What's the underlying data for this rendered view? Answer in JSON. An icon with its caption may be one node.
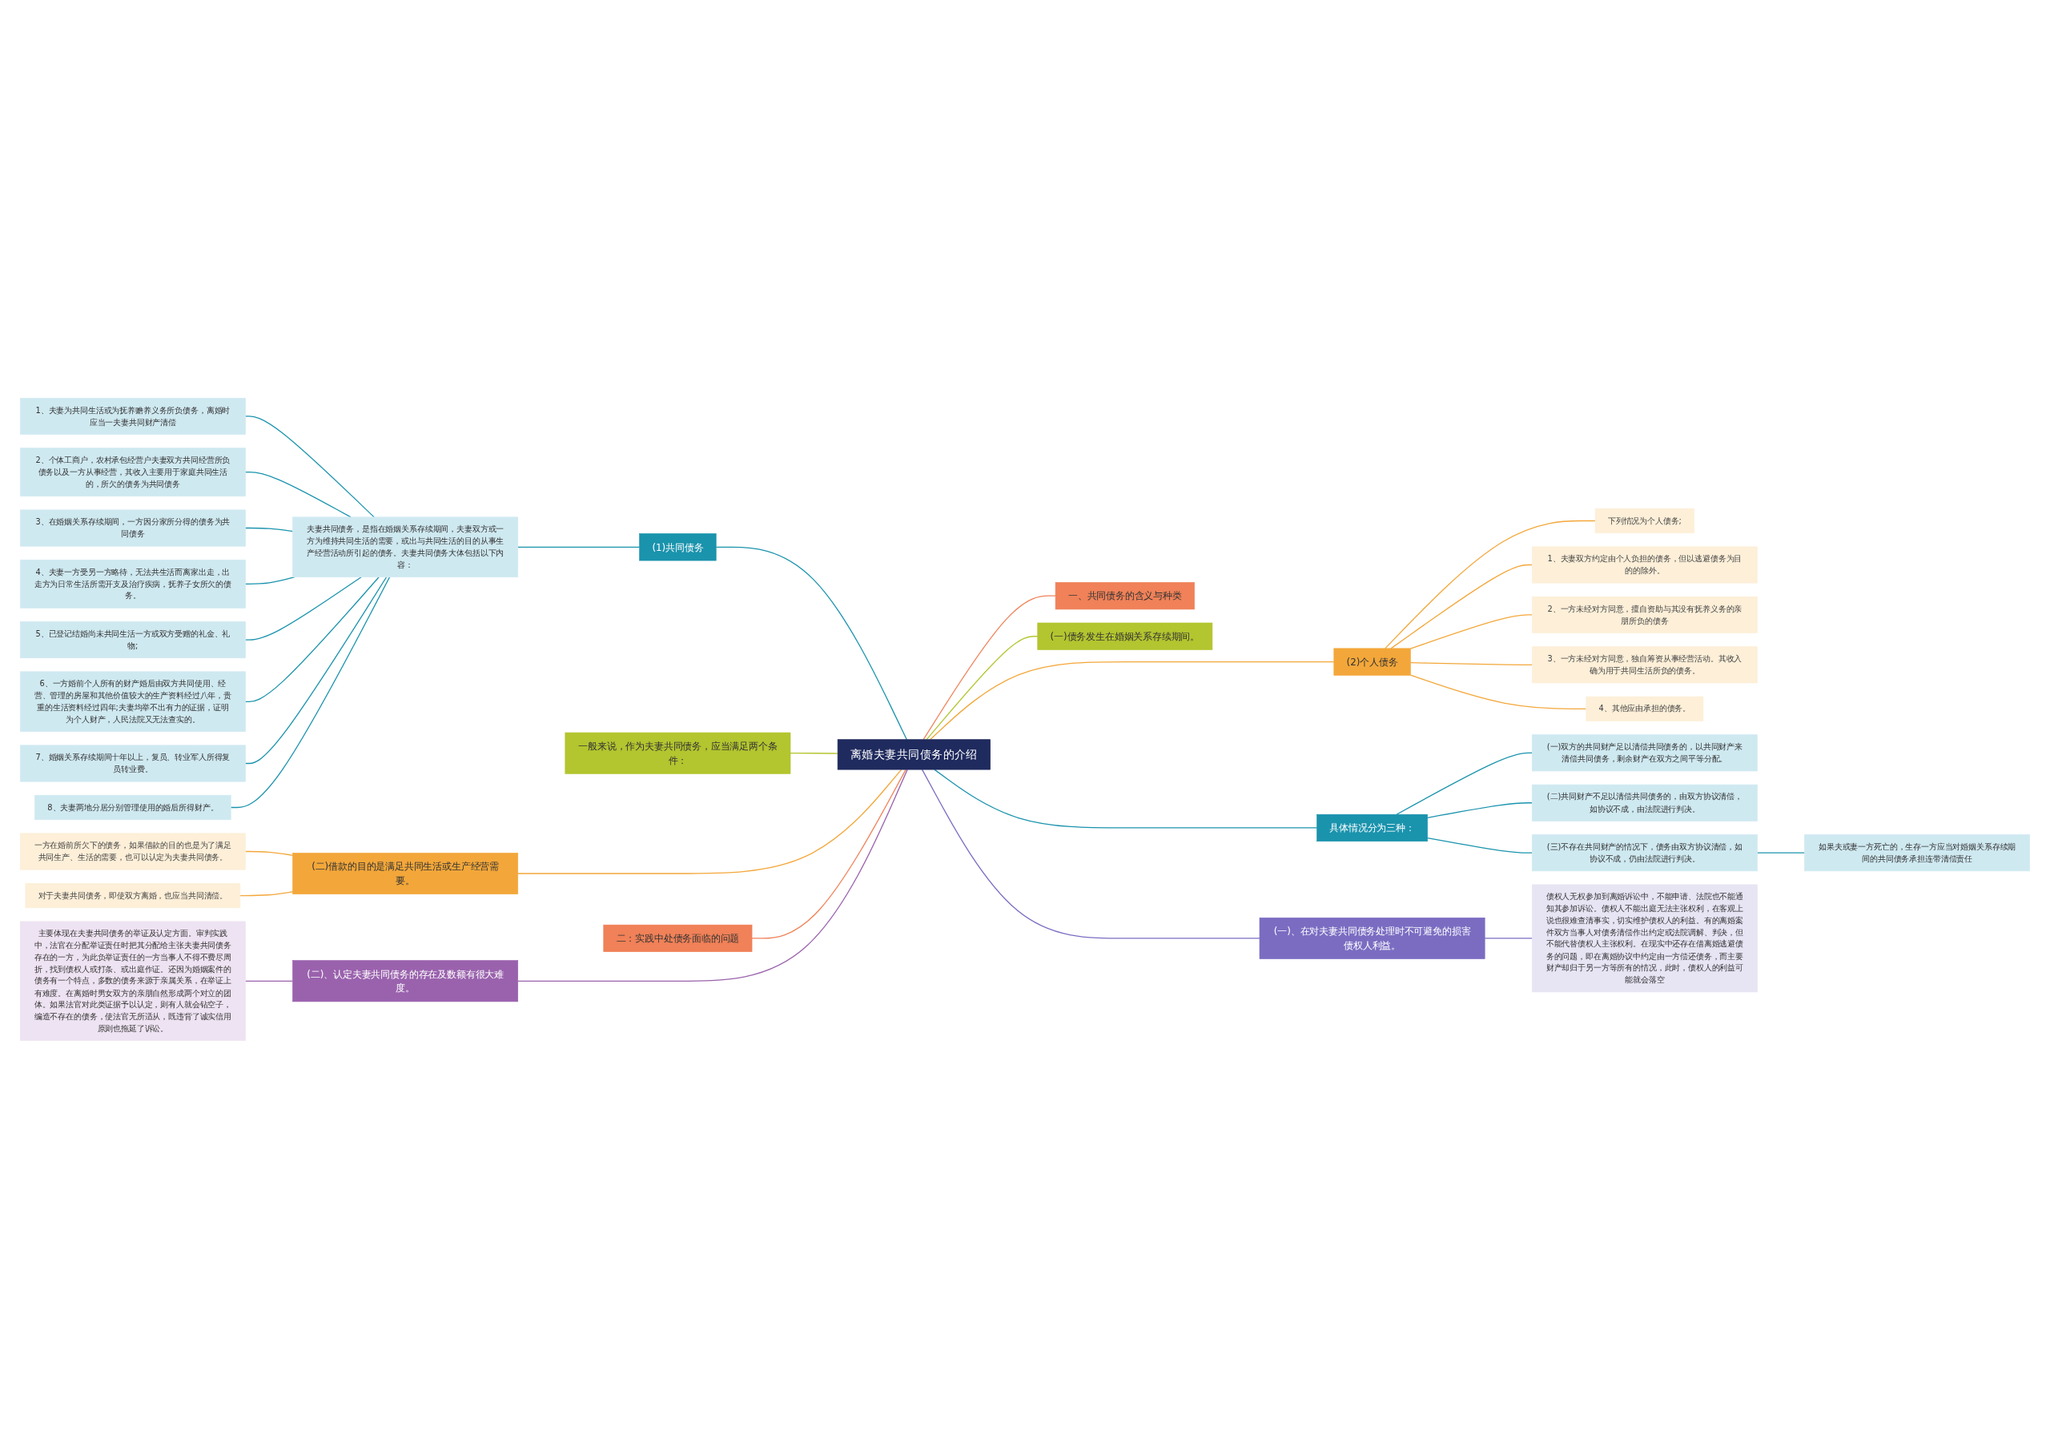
{
  "diagram": {
    "nodes": [
      {
        "text": [
          "离婚夫妻共同债务的介绍"
        ]
      },
      {
        "text": [
          "(1)共同债务"
        ]
      },
      {
        "text": [
          "夫妻共同债务，是指在婚姻关系存续期间，夫妻双方或一方为维持共同生活的需要，或出与共同生活的目的从事生产经营活动所引起的债务。夫妻共同债务大体包括以下内容："
        ]
      },
      {
        "text": [
          "1、夫妻为共同生活或为抚养赡养义务所负债务，离婚时应当一夫妻共同财产清偿"
        ]
      },
      {
        "text": [
          "2、个体工商户，农村承包经营户夫妻双方共同经营所负债务以及一方从事经营，其收入主要用于家庭共同生活的，所欠的债务为共同债务"
        ]
      },
      {
        "text": [
          "3、在婚姻关系存续期间，一方因分家所分得的债务为共同债务"
        ]
      },
      {
        "text": [
          "4、夫妻一方受另一方略待，无法共生活而离家出走，出走方为日常生活所需开支及治疗疾病，抚养子女所欠的债务。"
        ]
      },
      {
        "text": [
          "5、已登记结婚尚未共同生活一方或双方受赠的礼金、礼物;"
        ]
      },
      {
        "text": [
          "6、一方婚前个人所有的财产婚后由双方共同使用、经营、管理的房屋和其他价值较大的生产资料经过八年，贵重的生活资料经过四年;夫妻均举不出有力的证据，证明为个人财产，人民法院又无法查实的。"
        ]
      },
      {
        "text": [
          "7、婚姻关系存续期间十年以上，复员、转业军人所得复员转业费。"
        ]
      },
      {
        "text": [
          "8、夫妻两地分居分别管理使用的婚后所得财产。"
        ]
      },
      {
        "text": [
          "一般来说，作为夫妻共同债务，应当满足两个条件："
        ]
      },
      {
        "text": [
          "(二)借款的目的是满足共同生活或生产经营需要。"
        ]
      },
      {
        "text": [
          "一方在婚前所欠下的债务，如果借款的目的也是为了满足共同生产、生活的需要，也可以认定为夫妻共同债务。"
        ]
      },
      {
        "text": [
          "对于夫妻共同债务，即使双方离婚，也应当共同清偿。"
        ]
      },
      {
        "text": [
          "二：实践中处债务面临的问题"
        ]
      },
      {
        "text": [
          "(二)、认定夫妻共同债务的存在及数额有很大难度。"
        ]
      },
      {
        "text": [
          "主要体现在夫妻共同债务的举证及认定方面。审判实践中，法官在分配举证责任时把其分配给主张夫妻共同债务存在的一方，为此负举证责任的一方当事人不得不费尽周折，找到债权人或打条、或出庭作证。还因为婚姻案件的债务有一个特点，多数的债务来源于亲属关系，在举证上有难度。在离婚时男女双方的亲朋自然形成两个对立的团体。如果法官对此类证据予以认定，则有人就会钻空子，编造不存在的债务，使法官无所适从，既违背了诚实信用原则也拖延了诉讼。"
        ]
      },
      {
        "text": [
          "一、共同债务的含义与种类"
        ]
      },
      {
        "text": [
          "(2)个人债务"
        ]
      },
      {
        "text": [
          "下列情况为个人债务;"
        ]
      },
      {
        "text": [
          "1、夫妻双方约定由个人负担的债务，但以逃避债务为目的的除外。"
        ]
      },
      {
        "text": [
          "2、一方未经对方同意，擅自资助与其没有抚养义务的亲朋所负的债务"
        ]
      },
      {
        "text": [
          "3、一方未经对方同意，独自筹资从事经营活动。其收入确为用于共同生活所负的债务。"
        ]
      },
      {
        "text": [
          "4、其他应由承担的债务。"
        ]
      },
      {
        "text": [
          "(一)债务发生在婚姻关系存续期间。"
        ]
      },
      {
        "text": [
          "具体情况分为三种："
        ]
      },
      {
        "text": [
          "(一)双方的共同财产足以清偿共同债务的，以共同财产来清偿共同债务，剩余财产在双方之间平等分配。"
        ]
      },
      {
        "text": [
          "(二)共同财产不足以清偿共同债务的，由双方协议清偿，如协议不成，由法院进行判决。"
        ]
      },
      {
        "text": [
          "(三)不存在共同财产的情况下，债务由双方协议清偿，如协议不成，仍由法院进行判决。"
        ]
      },
      {
        "text": [
          "如果夫或妻一方死亡的，生存一方应当对婚姻关系存续期间的共同债务承担连带清偿责任"
        ]
      },
      {
        "text": [
          "(一)、在对夫妻共同债务处理时不可避免的损害债权人利益。"
        ]
      },
      {
        "text": [
          "债权人无权参加到离婚诉讼中，不能申请、法院也不能通知其参加诉讼。债权人不能出庭无法主张权利，在客观上说也很难查清事实，切实维护债权人的利益。有的离婚案件双方当事人对债务清偿作出约定或法院调解、判决，但不能代替债权人主张权利。在现实中还存在借离婚逃避债务的问题，即在离婚协议中约定由一方偿还债务，而主要财产却归于另一方等所有的情况，此时，债权人的利益可能就会落空"
        ]
      }
    ],
    "edges": [
      {
        "from": 0,
        "to": 1,
        "arrow": "none",
        "color": "#1a93ad"
      },
      {
        "from": 1,
        "to": 2,
        "arrow": "none",
        "color": "#1a93ad"
      },
      {
        "from": 2,
        "to": 3,
        "arrow": "none",
        "color": "#1a93ad"
      },
      {
        "from": 2,
        "to": 4,
        "arrow": "none",
        "color": "#1a93ad"
      },
      {
        "from": 2,
        "to": 5,
        "arrow": "none",
        "color": "#1a93ad"
      },
      {
        "from": 2,
        "to": 6,
        "arrow": "none",
        "color": "#1a93ad"
      },
      {
        "from": 2,
        "to": 7,
        "arrow": "none",
        "color": "#1a93ad"
      },
      {
        "from": 2,
        "to": 8,
        "arrow": "none",
        "color": "#1a93ad"
      },
      {
        "from": 2,
        "to": 9,
        "arrow": "none",
        "color": "#1a93ad"
      },
      {
        "from": 2,
        "to": 10,
        "arrow": "none",
        "color": "#1a93ad"
      },
      {
        "from": 0,
        "to": 11,
        "arrow": "none",
        "color": "#b3c52f"
      },
      {
        "from": 0,
        "to": 12,
        "arrow": "none",
        "color": "#f3a73a"
      },
      {
        "from": 12,
        "to": 13,
        "arrow": "none",
        "color": "#f3a73a"
      },
      {
        "from": 12,
        "to": 14,
        "arrow": "none",
        "color": "#f3a73a"
      },
      {
        "from": 0,
        "to": 15,
        "arrow": "none",
        "color": "#f08158"
      },
      {
        "from": 0,
        "to": 16,
        "arrow": "none",
        "color": "#9a62ad"
      },
      {
        "from": 16,
        "to": 17,
        "arrow": "none",
        "color": "#9a62ad"
      },
      {
        "from": 0,
        "to": 18,
        "arrow": "none",
        "color": "#f08158"
      },
      {
        "from": 0,
        "to": 19,
        "arrow": "none",
        "color": "#f3a73a"
      },
      {
        "from": 19,
        "to": 20,
        "arrow": "none",
        "color": "#f3a73a"
      },
      {
        "from": 19,
        "to": 21,
        "arrow": "none",
        "color": "#f3a73a"
      },
      {
        "from": 19,
        "to": 22,
        "arrow": "none",
        "color": "#f3a73a"
      },
      {
        "from": 19,
        "to": 23,
        "arrow": "none",
        "color": "#f3a73a"
      },
      {
        "from": 19,
        "to": 24,
        "arrow": "none",
        "color": "#f3a73a"
      },
      {
        "from": 0,
        "to": 25,
        "arrow": "none",
        "color": "#b3c52f"
      },
      {
        "from": 0,
        "to": 26,
        "arrow": "none",
        "color": "#1a93ad"
      },
      {
        "from": 26,
        "to": 27,
        "arrow": "none",
        "color": "#1a93ad"
      },
      {
        "from": 26,
        "to": 28,
        "arrow": "none",
        "color": "#1a93ad"
      },
      {
        "from": 26,
        "to": 29,
        "arrow": "none",
        "color": "#1a93ad"
      },
      {
        "from": 29,
        "to": 30,
        "arrow": "none",
        "color": "#1a93ad"
      },
      {
        "from": 0,
        "to": 31,
        "arrow": "none",
        "color": "#7b6cc2"
      },
      {
        "from": 31,
        "to": 32,
        "arrow": "none",
        "color": "#7b6cc2"
      }
    ]
  }
}
